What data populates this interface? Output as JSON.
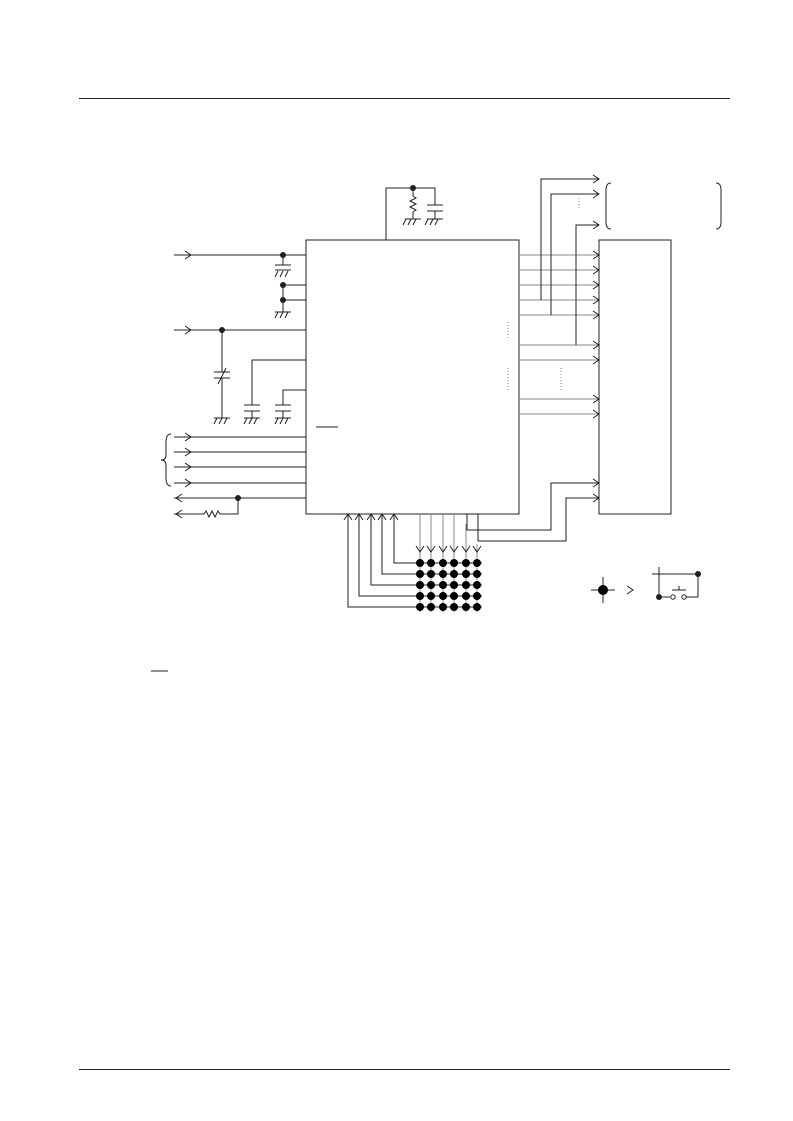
{
  "page": {
    "header_rule": "",
    "footer_rule": ""
  },
  "schematic": {
    "blocks": [
      "main-ic",
      "display-driver"
    ],
    "key_matrix": {
      "rows": 5,
      "columns": 6
    },
    "legend": "crossing-contact-equals-switch"
  }
}
